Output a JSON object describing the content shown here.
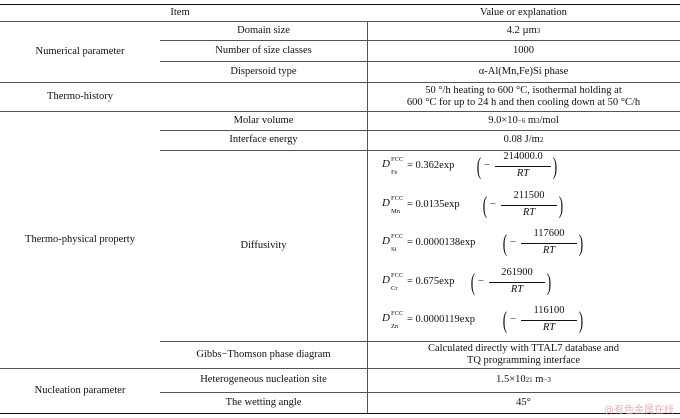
{
  "header": {
    "item": "Item",
    "value": "Value or explanation"
  },
  "groups": {
    "numerical": "Numerical parameter",
    "thermo_history": "Thermo-history",
    "thermo_physical": "Thermo-physical property",
    "nucleation": "Nucleation parameter"
  },
  "rows": {
    "domain_size": {
      "item": "Domain size",
      "value": "4.2 µm",
      "value_sup": "3"
    },
    "size_classes": {
      "item": "Number of size classes",
      "value": "1000"
    },
    "dispersoid": {
      "item": "Dispersoid type",
      "value": "α-Al(Mn,Fe)Si phase"
    },
    "thermo_history": {
      "line1": "50 °/h heating to 600 °C, isothermal holding at",
      "line2": "600 °C for up to 24 h and then cooling down at 50 °C/h"
    },
    "molar_volume": {
      "item": "Molar volume",
      "value_pre": "9.0×10",
      "exp": "−6",
      "value_post": " m",
      "unit_sup": "3",
      "value_tail": "/mol"
    },
    "interface_energy": {
      "item": "Interface energy",
      "value": "0.08 J/m",
      "value_sup": "2"
    },
    "diffusivity": {
      "item": "Diffusivity"
    },
    "gibbs": {
      "item": "Gibbs−Thomson phase diagram",
      "line1": "Calculated directly with TTAL7 database and",
      "line2": "TQ programming interface"
    },
    "nucleation_site": {
      "item": "Heterogeneous nucleation site",
      "value_pre": "1.5×10",
      "exp": "21",
      "value_post": " m",
      "unit_sup": "−3"
    },
    "wetting_angle": {
      "item": "The wetting angle",
      "value": "45°"
    }
  },
  "diffusivity_eqs": [
    {
      "sym": "D",
      "sup": "FCC",
      "sub": "Fe",
      "coef": "= 0.362exp",
      "num": "214000.0",
      "den": "RT"
    },
    {
      "sym": "D",
      "sup": "FCC",
      "sub": "Mn",
      "coef": "= 0.0135exp",
      "num": "211500",
      "den": "RT"
    },
    {
      "sym": "D",
      "sup": "FCC",
      "sub": "Si",
      "coef": "= 0.0000138exp",
      "num": "117600",
      "den": "RT"
    },
    {
      "sym": "D",
      "sup": "FCC",
      "sub": "Cr",
      "coef": "= 0.675exp",
      "num": "261900",
      "den": "RT"
    },
    {
      "sym": "D",
      "sup": "FCC",
      "sub": "Zn",
      "coef": "= 0.0000119exp",
      "num": "116100",
      "den": "RT"
    }
  ],
  "watermark": "@有色金属在线"
}
